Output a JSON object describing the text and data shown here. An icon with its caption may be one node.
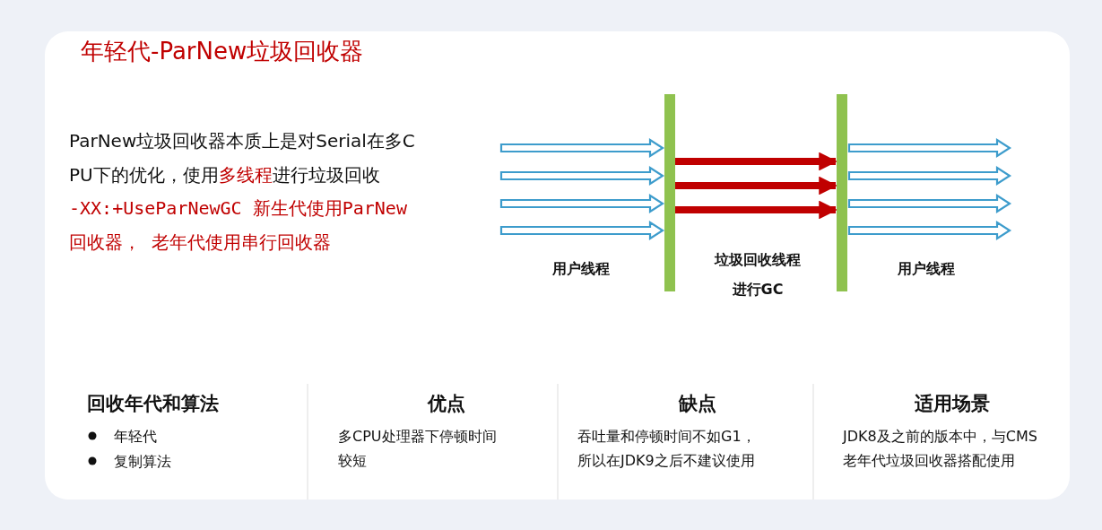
{
  "diagram": {
    "title": "年轻代-ParNew垃圾回收器",
    "nodes": [
      {
        "text": [],
        "shape": "bar"
      },
      {
        "text": [],
        "shape": "bar"
      }
    ],
    "edges": [
      {
        "from": null,
        "to": 0,
        "arrow": "to"
      },
      {
        "from": null,
        "to": 0,
        "arrow": "to"
      },
      {
        "from": null,
        "to": 0,
        "arrow": "to"
      },
      {
        "from": null,
        "to": 0,
        "arrow": "to"
      },
      {
        "from": 0,
        "to": 1,
        "arrow": "to",
        "color": "#c00000"
      },
      {
        "from": 0,
        "to": 1,
        "arrow": "to",
        "color": "#c00000"
      },
      {
        "from": 0,
        "to": 1,
        "arrow": "to",
        "color": "#c00000"
      },
      {
        "from": 1,
        "to": null,
        "arrow": "to"
      },
      {
        "from": 1,
        "to": null,
        "arrow": "to"
      },
      {
        "from": 1,
        "to": null,
        "arrow": "to"
      },
      {
        "from": 1,
        "to": null,
        "arrow": "to"
      }
    ],
    "labels": [
      "ParNew垃圾回收器本质上是对Serial在多CPU下的优化，使用**多线程**进行垃圾回收",
      "-XX:+UseParNewGC 新生代使用ParNew回收器， 老年代使用串行回收器",
      "用户线程",
      "垃圾回收线程",
      "进行GC",
      "用户线程",
      "回收年代和算法",
      "优点",
      "缺点",
      "适用场景",
      "年轻代",
      "多CPU处理器下停顿时间较短",
      "吞吐量和停顿时间不如G1，所以在JDK9之后不建议使用",
      "JDK8及之前的版本中，与CMS老年代垃圾回收器搭配使用",
      "复制算法"
    ]
  }
}
